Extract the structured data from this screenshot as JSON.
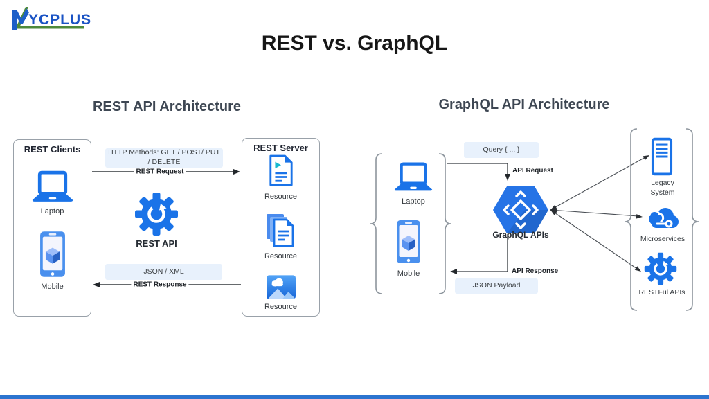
{
  "header": {
    "logo": {
      "m": "M",
      "rest": "YCPLUS"
    },
    "title": "REST vs. GraphQL"
  },
  "rest": {
    "heading": "REST API Architecture",
    "clients": {
      "title": "REST Clients",
      "laptop_label": "Laptop",
      "mobile_label": "Mobile"
    },
    "server": {
      "title": "REST Server",
      "resources": [
        {
          "label": "Resource"
        },
        {
          "label": "Resource"
        },
        {
          "label": "Resource"
        }
      ]
    },
    "request_note": "HTTP Methods: GET / POST/ PUT / DELETE",
    "request_label": "REST Request",
    "api_label": "REST API",
    "response_note": "JSON / XML",
    "response_label": "REST Response"
  },
  "graphql": {
    "heading": "GraphQL API Architecture",
    "laptop_label": "Laptop",
    "mobile_label": "Mobile",
    "request_note": "Query { ... }",
    "request_label": "API Request",
    "api_label": "GraphQL APIs",
    "response_note": "JSON Payload",
    "response_label": "API Response",
    "services": [
      {
        "label": "Legacy System"
      },
      {
        "label": "Microservices"
      },
      {
        "label": "RESTFul APIs"
      }
    ]
  },
  "colors": {
    "primary_blue": "#1a73e8",
    "note_bg": "#e8f1fc",
    "heading_dark": "#3e4753",
    "title_black": "#161616",
    "connector_grey": "#33383d",
    "brace_grey": "#8d959d",
    "footer_bar": "#2c74cf",
    "logo_blue": "#1a53c4",
    "logo_green": "#4e8a3c",
    "teal_accent": "#18b9cf"
  }
}
